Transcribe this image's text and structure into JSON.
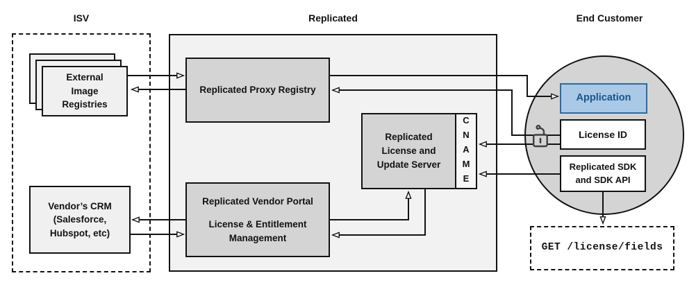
{
  "headers": {
    "isv": "ISV",
    "replicated": "Replicated",
    "end_customer": "End Customer"
  },
  "isv": {
    "external_registries": {
      "label": "External\nImage\nRegistries"
    },
    "crm": {
      "label": "Vendor’s CRM\n(Salesforce,\nHubspot, etc)"
    }
  },
  "replicated": {
    "proxy_registry": {
      "label": "Replicated Proxy Registry"
    },
    "license_server": {
      "label": "Replicated\nLicense and\nUpdate Server",
      "cname_label": "CNAME"
    },
    "vendor_portal": {
      "title": "Replicated Vendor Portal",
      "subtitle": "License & Entitlement\nManagement"
    }
  },
  "end_customer": {
    "application": {
      "label": "Application"
    },
    "license_id": {
      "label": "License ID"
    },
    "sdk": {
      "label": "Replicated SDK\nand SDK API"
    },
    "get_request": {
      "label": "GET /license/fields"
    },
    "lock_icon": "open-padlock"
  },
  "colors": {
    "line": "#111111",
    "container_fill": "#f2f2f2",
    "gray_box_fill": "#d4d4d4",
    "light_box_fill": "#f0f0f0",
    "circle_fill": "#d4d4d4",
    "application_fill": "#aac9e6",
    "application_border": "#2a6ba3",
    "application_text": "#17568c"
  }
}
